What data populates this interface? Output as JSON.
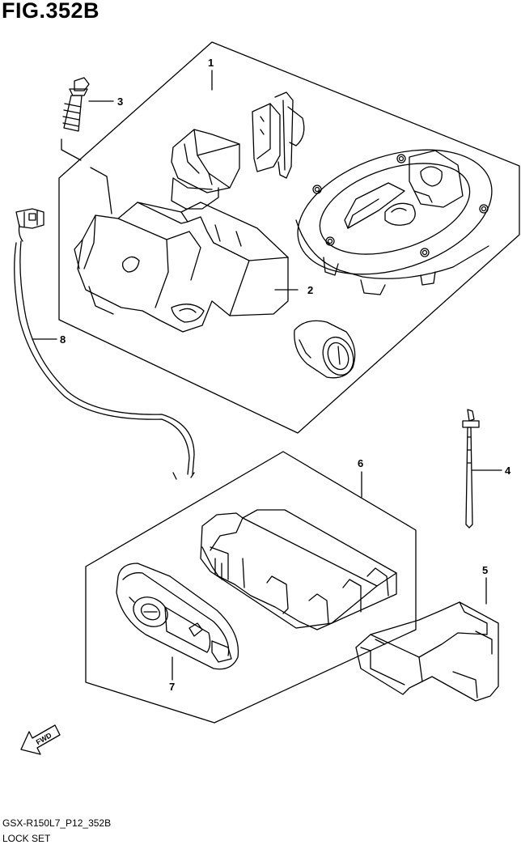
{
  "figure": {
    "title": "FIG.352B",
    "code": "GSX-R150L7_P12_352B",
    "name": "LOCK SET"
  },
  "callouts": [
    "1",
    "2",
    "3",
    "4",
    "5",
    "6",
    "7",
    "8"
  ],
  "direction_arrow": {
    "label": "FWD"
  }
}
